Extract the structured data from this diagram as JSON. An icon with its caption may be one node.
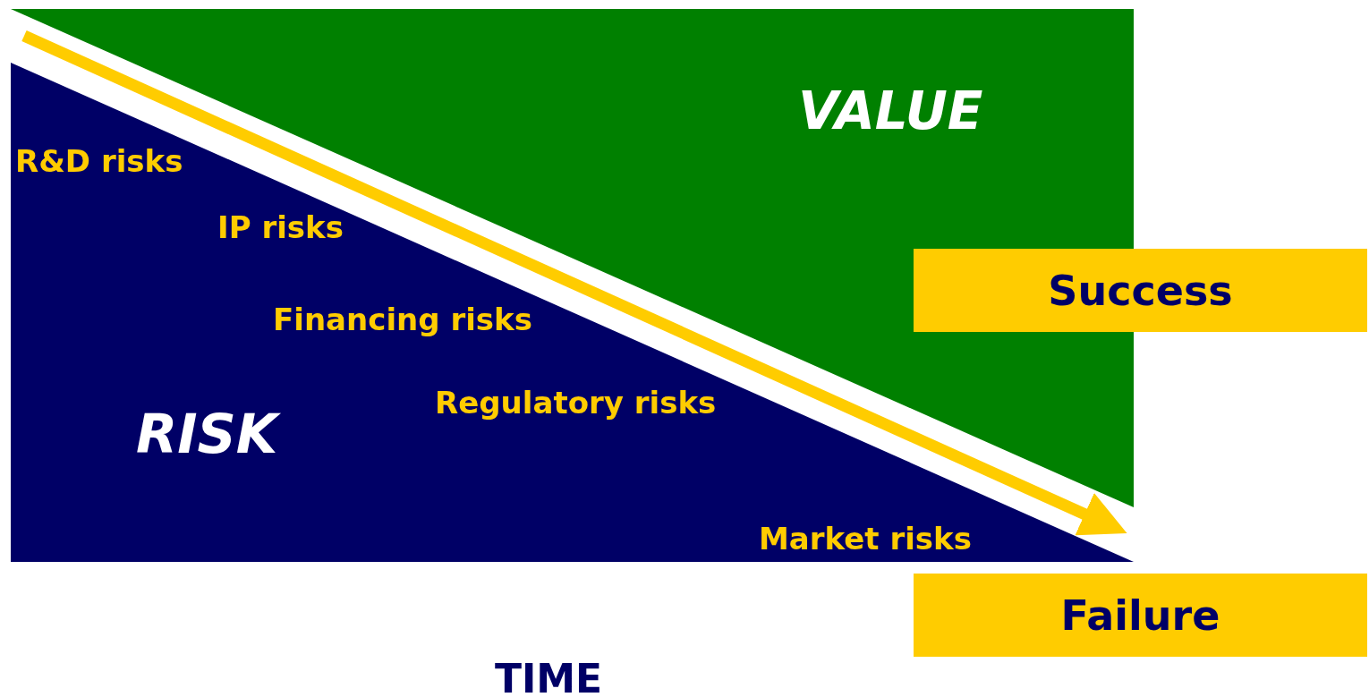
{
  "diagram": {
    "nodes": [
      {
        "text": [
          "VALUE"
        ]
      },
      {
        "text": [
          "R&D risks",
          "IP risks",
          "Financing risks",
          "Regulatory risks",
          "RISK",
          "Market risks"
        ]
      },
      {
        "text": [
          "Success"
        ]
      },
      {
        "text": [
          "Failure"
        ]
      }
    ],
    "labels": [
      "TIME"
    ]
  }
}
